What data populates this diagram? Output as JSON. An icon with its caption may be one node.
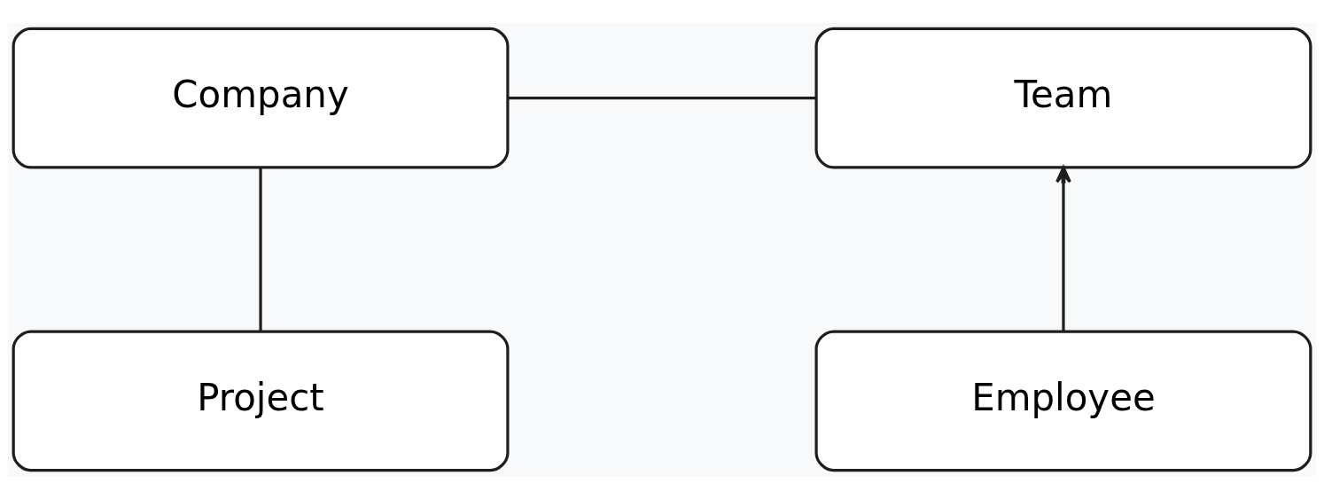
{
  "diagram": {
    "nodes": [
      {
        "text": [
          "Company"
        ]
      },
      {
        "text": [
          "Team"
        ]
      },
      {
        "text": [
          "Project"
        ]
      },
      {
        "text": [
          "Employee"
        ]
      }
    ],
    "edges": [
      {
        "from": 0,
        "to": 1,
        "arrow": "none"
      },
      {
        "from": 0,
        "to": 2,
        "arrow": "none"
      },
      {
        "from": 3,
        "to": 1,
        "arrow": "to"
      }
    ]
  }
}
